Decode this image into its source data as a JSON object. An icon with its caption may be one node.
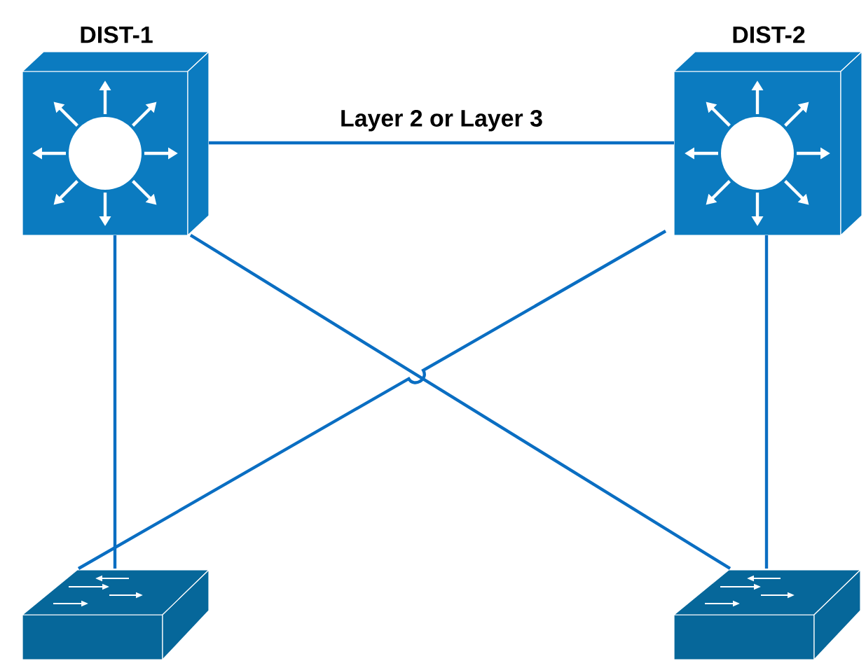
{
  "diagram": {
    "nodes": [
      {
        "text": [
          "DIST-1"
        ]
      },
      {
        "text": [
          "DIST-2"
        ]
      },
      {
        "text": [],
        "shape": "picture"
      },
      {
        "text": [],
        "shape": "picture"
      }
    ],
    "edges": [
      {
        "from": 0,
        "to": 1,
        "arrow": "none",
        "label": "Layer 2 or Layer 3"
      },
      {
        "from": 0,
        "to": 2,
        "arrow": "none"
      },
      {
        "from": 0,
        "to": 3,
        "arrow": "none"
      },
      {
        "from": 1,
        "to": 2,
        "arrow": "none"
      },
      {
        "from": 1,
        "to": 3,
        "arrow": "none"
      }
    ]
  }
}
